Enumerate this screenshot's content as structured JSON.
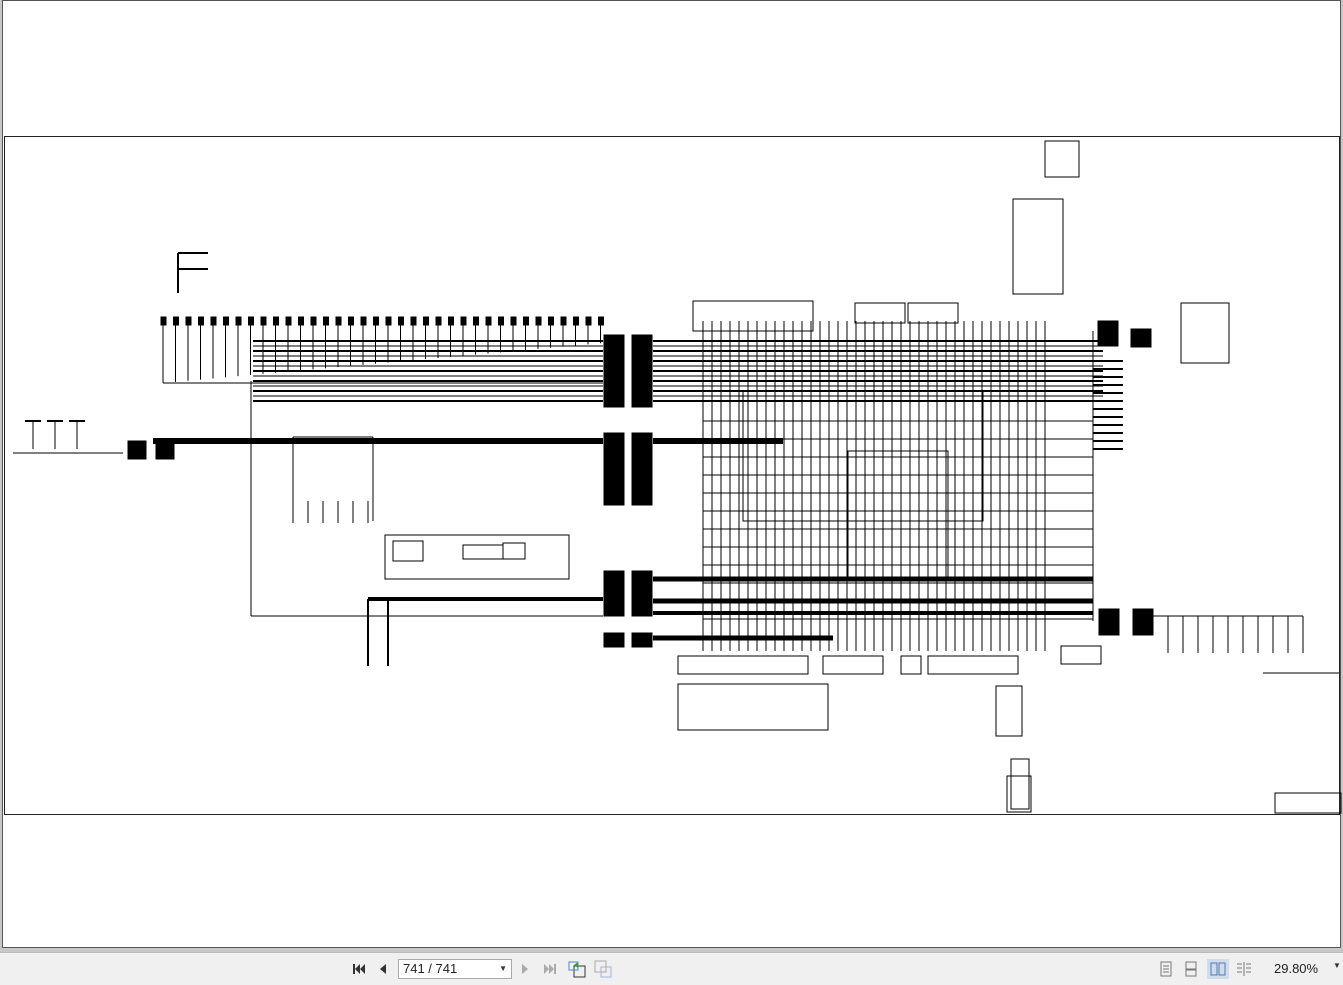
{
  "viewer": {
    "page_indicator": "741 / 741",
    "zoom_level": "29.80%",
    "buttons": {
      "first_page": "first-page-icon",
      "prev_page": "previous-page-icon",
      "next_page": "next-page-icon",
      "last_page": "last-page-icon",
      "prev_view": "previous-view-icon",
      "next_view": "next-view-icon"
    },
    "view_modes": [
      "single-page-icon",
      "continuous-icon",
      "two-page-icon",
      "two-page-continuous-icon"
    ],
    "active_view_mode": "two-page-icon"
  },
  "document": {
    "type": "wiring schematic",
    "line_color": "#000000"
  }
}
